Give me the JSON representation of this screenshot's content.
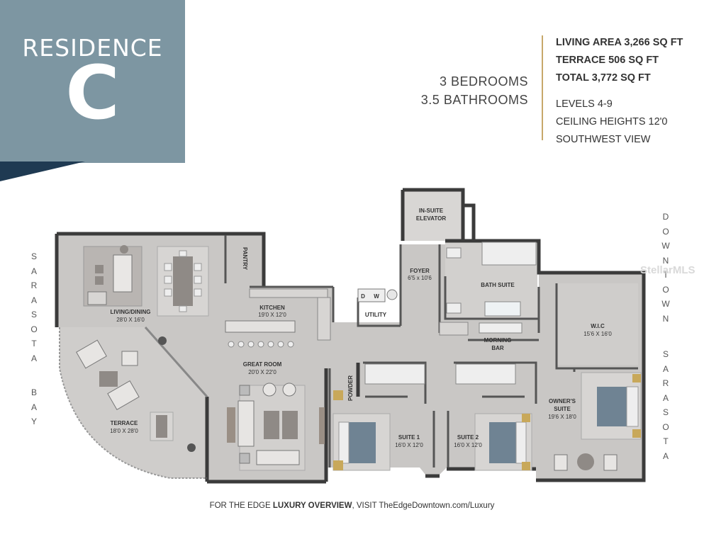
{
  "header": {
    "label": "RESIDENCE",
    "letter": "C",
    "bedrooms": "3 BEDROOMS",
    "bathrooms": "3.5 BATHROOMS"
  },
  "specs": {
    "living_area": "LIVING AREA 3,266 SQ FT",
    "terrace": "TERRACE 506 SQ FT",
    "total": "TOTAL 3,772 SQ FT",
    "levels": "LEVELS 4-9",
    "ceiling": "CEILING HEIGHTS 12'0",
    "view": "SOUTHWEST VIEW"
  },
  "side_labels": {
    "left_1": [
      "S",
      "A",
      "R",
      "A",
      "S",
      "O",
      "T",
      "A"
    ],
    "left_2": [
      "B",
      "A",
      "Y"
    ],
    "right_1": [
      "D",
      "O",
      "W",
      "N",
      "T",
      "O",
      "W",
      "N"
    ],
    "right_2": [
      "S",
      "A",
      "R",
      "A",
      "S",
      "O",
      "T",
      "A"
    ]
  },
  "rooms": {
    "elevator": [
      "IN-SUITE",
      "ELEVATOR"
    ],
    "foyer": [
      "FOYER",
      "6'5 x 10'6"
    ],
    "pantry": "PANTRY",
    "bath_suite": "BATH SUITE",
    "living": [
      "LIVING/DINING",
      "28'0 X 16'0"
    ],
    "kitchen": [
      "KITCHEN",
      "19'0 X 12'0"
    ],
    "utility": "UTILITY",
    "dw": "D",
    "w": "W",
    "morning_bar": [
      "MORNING",
      "BAR"
    ],
    "wic": [
      "W.I.C",
      "15'6 X 16'0"
    ],
    "great_room": [
      "GREAT ROOM",
      "20'0 X 22'0"
    ],
    "powder": "POWDER",
    "terrace": [
      "TERRACE",
      "18'0 X 28'0"
    ],
    "suite1": [
      "SUITE 1",
      "16'0 X 12'0"
    ],
    "suite2": [
      "SUITE 2",
      "16'0 X 12'0"
    ],
    "owners": [
      "OWNER'S",
      "SUITE",
      "19'6 X 18'0"
    ]
  },
  "watermark": "StellarMLS",
  "footer": {
    "prefix": "FOR THE EDGE",
    "bold": "LUXURY OVERVIEW",
    "suffix": ", VISIT TheEdgeDowntown.com/Luxury"
  },
  "colors": {
    "hero_bg": "#7d96a2",
    "accent_line": "#c7a86a",
    "floor": "#c9c7c5",
    "wall": "#3b3b3b",
    "furniture": "#8f8a86",
    "bed_blue": "#6f8393"
  }
}
